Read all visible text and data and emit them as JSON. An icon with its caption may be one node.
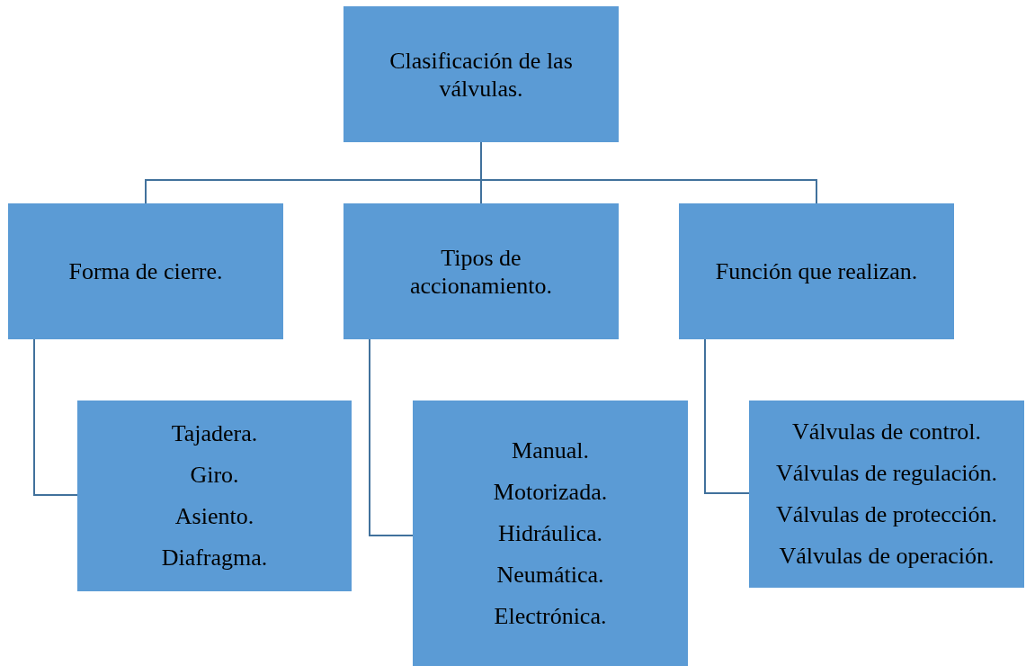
{
  "diagram": {
    "nodes": [
      {
        "text": [
          "Clasificación de las válvulas."
        ]
      },
      {
        "text": [
          "Forma de cierre."
        ]
      },
      {
        "text": [
          "Tipos de accionamiento."
        ]
      },
      {
        "text": [
          "Función que realizan."
        ]
      },
      {
        "text": [
          "Tajadera.",
          "Giro.",
          "Asiento.",
          "Diafragma."
        ]
      },
      {
        "text": [
          "Manual.",
          "Motorizada.",
          "Hidráulica.",
          "Neumática.",
          "Electrónica."
        ]
      },
      {
        "text": [
          "Válvulas de control.",
          "Válvulas de regulación.",
          "Válvulas de protección.",
          "Válvulas de operación."
        ]
      }
    ],
    "edges": [
      {
        "from": 0,
        "to": 1,
        "arrow": "none"
      },
      {
        "from": 0,
        "to": 2,
        "arrow": "none"
      },
      {
        "from": 0,
        "to": 3,
        "arrow": "none"
      },
      {
        "from": 1,
        "to": 4,
        "arrow": "none"
      },
      {
        "from": 2,
        "to": 5,
        "arrow": "none"
      },
      {
        "from": 3,
        "to": 6,
        "arrow": "none"
      }
    ]
  }
}
